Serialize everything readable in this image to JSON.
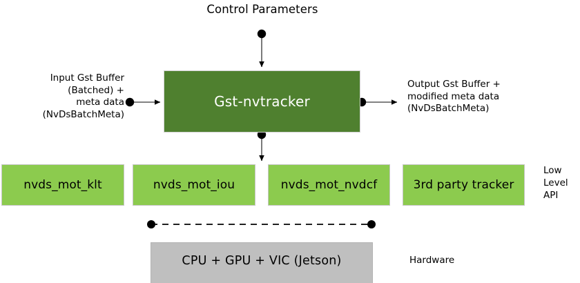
{
  "diagram": {
    "title": "Control Parameters",
    "main_block": {
      "label": "Gst-nvtracker",
      "color": "#4f802f"
    },
    "input_caption": "Input Gst Buffer\n(Batched) +\nmeta data\n(NvDsBatchMeta)",
    "input_caption_lines": [
      "Input Gst Buffer",
      "(Batched) +",
      "meta data",
      "(NvDsBatchMeta)"
    ],
    "output_caption_lines": [
      "Output Gst Buffer +",
      "modified meta data",
      "(NvDsBatchMeta)"
    ],
    "low_level": {
      "color": "#8ccb4e",
      "boxes": [
        {
          "label": "nvds_mot_klt"
        },
        {
          "label": "nvds_mot_iou"
        },
        {
          "label": "nvds_mot_nvdcf"
        },
        {
          "label": "3rd party tracker"
        }
      ],
      "note_lines": [
        "Low",
        "Level",
        "API"
      ]
    },
    "hardware": {
      "label": "CPU + GPU + VIC (Jetson)",
      "note": "Hardware",
      "color": "#bfbfbf"
    },
    "connector_color": "#000000",
    "line_color": "#595959"
  }
}
